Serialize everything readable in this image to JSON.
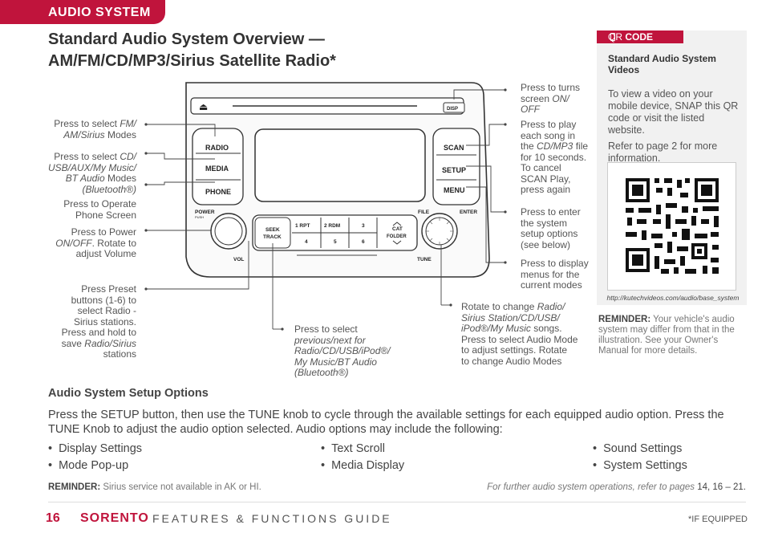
{
  "section_tab": "AUDIO SYSTEM",
  "title_line1": "Standard Audio System Overview —",
  "title_line2": "AM/FM/CD/MP3/Sirius Satellite Radio*",
  "radio": {
    "eject": "⏏",
    "disp": "DISP",
    "radio_btn": "RADIO",
    "media_btn": "MEDIA",
    "phone_btn": "PHONE",
    "scan_btn": "SCAN",
    "setup_btn": "SETUP",
    "menu_btn": "MENU",
    "power": "POWER",
    "push": "PUSH",
    "vol": "VOL",
    "file": "FILE",
    "enter": "ENTER",
    "tune": "TUNE",
    "seek": "SEEK",
    "track": "TRACK",
    "cat": "CAT",
    "folder": "FOLDER",
    "p1": "1  RPT",
    "p2": "2  RDM",
    "p3": "3",
    "p4": "4",
    "p5": "5",
    "p6": "6"
  },
  "callouts": {
    "select_fm_a": "Press to select ",
    "select_fm_b": "FM/",
    "select_fm_c": "AM/Sirius",
    "select_fm_d": " Modes",
    "select_cd_a": "Press to select ",
    "select_cd_b": "CD/",
    "select_cd_c": "USB/AUX/My Music/",
    "select_cd_d": "BT Audio",
    "select_cd_e": " Modes",
    "select_cd_f": "(Bluetooth®)",
    "operate_phone_1": "Press to Operate",
    "operate_phone_2": "Phone Screen",
    "power_1a": "Press to Power",
    "power_2a": "ON/OFF",
    "power_2b": ". Rotate to",
    "power_3": "adjust Volume",
    "preset_1": "Press Preset",
    "preset_2": "buttons (1-6) to",
    "preset_3": "select Radio -",
    "preset_4": "Sirius stations.",
    "preset_5": "Press and hold to",
    "preset_6a": "save ",
    "preset_6b": "Radio/Sirius",
    "preset_7": "stations",
    "seek_1": "Press to select",
    "seek_2": "previous/next for",
    "seek_3": "Radio/CD/USB/iPod®/",
    "seek_4": "My Music/BT Audio",
    "seek_5": "(Bluetooth®)",
    "tune_1a": "Rotate to change ",
    "tune_1b": "Radio/",
    "tune_2": "Sirius Station/CD/USB/",
    "tune_3a": "iPod®/My Music",
    "tune_3b": " songs.",
    "tune_4": "Press to select Audio Mode",
    "tune_5": "to adjust settings. Rotate",
    "tune_6": "to change Audio Modes",
    "disp_1": "Press to turns",
    "disp_2": "screen ",
    "disp_2b": "ON/",
    "disp_3": "OFF",
    "scan_1": "Press to play",
    "scan_2": "each song in",
    "scan_3a": "the ",
    "scan_3b": "CD/MP3",
    "scan_3c": " file",
    "scan_4": "for 10 seconds.",
    "scan_5": "To cancel",
    "scan_6": "SCAN Play,",
    "scan_7": "press again",
    "setup_1": "Press to enter",
    "setup_2": "the system",
    "setup_3": "setup options",
    "setup_4": "(see below)",
    "menu_1": "Press to display",
    "menu_2": "menus for the",
    "menu_3": "current modes"
  },
  "qr": {
    "badge_a": "QR ",
    "badge_b": "CODE",
    "title": "Standard Audio System Videos",
    "body_1": "To view a video on your mobile device, SNAP this QR code or visit the listed website.",
    "body_2": "Refer to page 2 for more information.",
    "url": "http://kutechvideos.com/audio/base_system"
  },
  "reminder_side_label": "REMINDER:",
  "reminder_side_text": " Your vehicle's audio system may differ from that in the illustration. See your Owner's Manual for more details.",
  "setup_heading": "Audio System Setup Options",
  "setup_paragraph": "Press the SETUP button, then use the TUNE knob to cycle through the available settings for each equipped audio option. Press the TUNE Knob to adjust the audio option selected. Audio options may include the following:",
  "options": [
    "Display Settings",
    "Mode Pop-up",
    "Text Scroll",
    "Media Display",
    "Sound Settings",
    "System Settings"
  ],
  "reminder_bottom_label": "REMINDER:",
  "reminder_bottom_text": " Sirius service not available in AK or HI.",
  "further_a": "For further audio system operations, refer to pages ",
  "further_b": "14, 16 – 21",
  "further_c": ".",
  "page_number": "16",
  "brand": "SORENTO",
  "guide": "FEATURES & FUNCTIONS GUIDE",
  "if_equipped": "*IF EQUIPPED",
  "colors": {
    "accent": "#c0143c",
    "text": "#444444",
    "panel": "#f1f1f1"
  }
}
